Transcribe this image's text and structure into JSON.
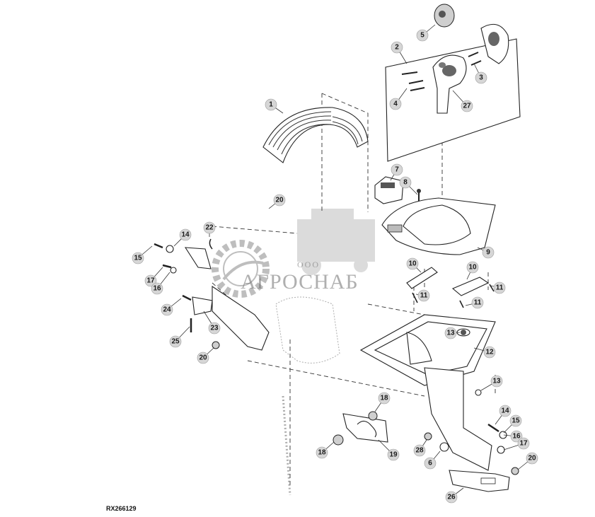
{
  "figure_id": "RX266129",
  "watermark": {
    "prefix": "ООО",
    "name": "АГРОСНАБ"
  },
  "callouts": [
    "1",
    "2",
    "3",
    "4",
    "5",
    "27",
    "7",
    "8",
    "9",
    "20",
    "22",
    "14",
    "15",
    "17",
    "16",
    "24",
    "23",
    "25",
    "20",
    "10",
    "11",
    "10",
    "11",
    "11",
    "13",
    "12",
    "13",
    "18",
    "19",
    "18",
    "28",
    "6",
    "14",
    "15",
    "16",
    "17",
    "20",
    "26"
  ]
}
